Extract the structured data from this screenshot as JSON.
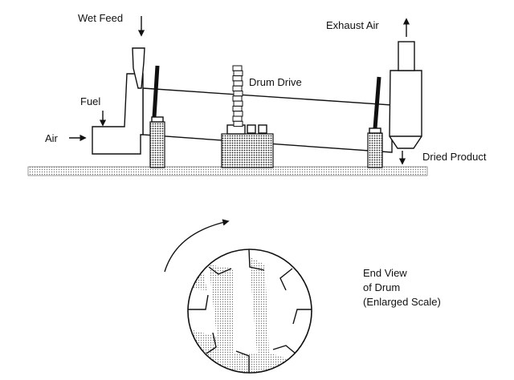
{
  "labels": {
    "wet_feed": "Wet Feed",
    "exhaust_air": "Exhaust Air",
    "drum_drive": "Drum Drive",
    "fuel": "Fuel",
    "air": "Air",
    "dried_product": "Dried Product",
    "end_view": [
      "End View",
      "of Drum",
      "(Enlarged Scale)"
    ]
  }
}
